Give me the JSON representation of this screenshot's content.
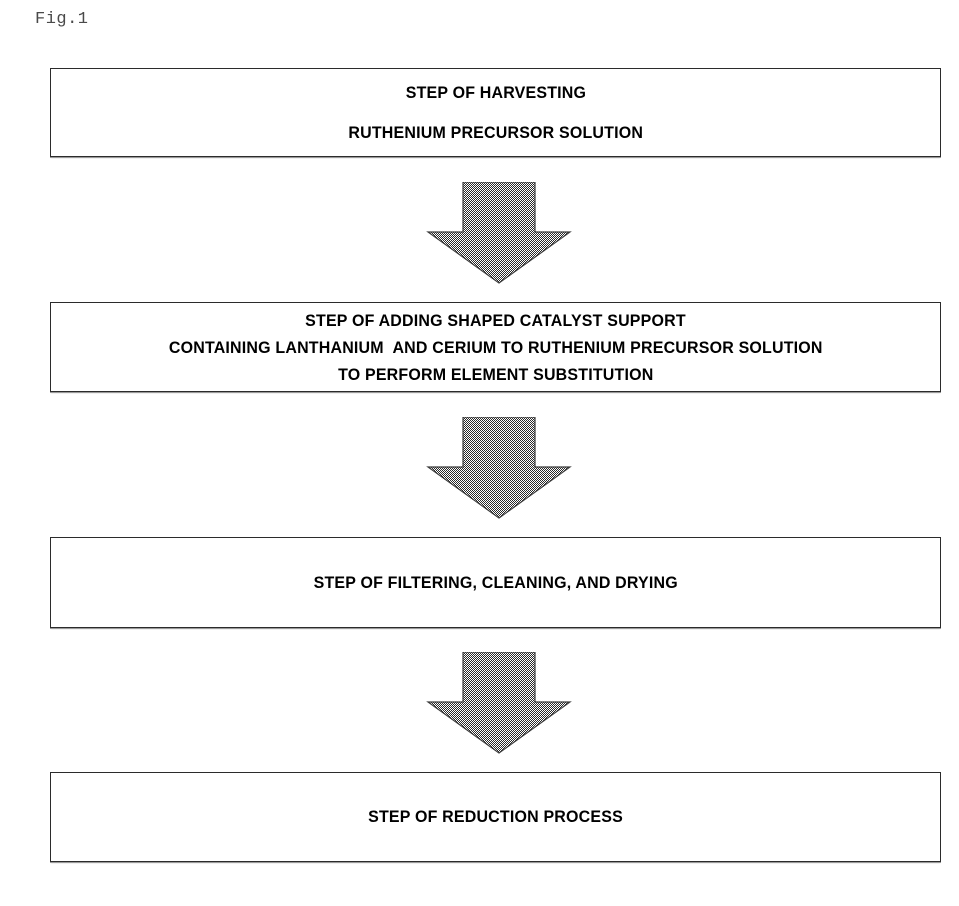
{
  "figure": {
    "label": "Fig.1"
  },
  "flowchart": {
    "orientation": "vertical",
    "connector_icon": "down-block-arrow",
    "colors": {
      "background": "#ffffff",
      "box_fill": "#ffffff",
      "box_border": "#2b2b2b",
      "text": "#000000",
      "arrow_fill": "#808080",
      "arrow_edge": "#3d3d3d",
      "caption": "#4a4a4a"
    },
    "steps": [
      {
        "index": 1,
        "lines": [
          "STEP OF HARVESTING",
          "RUTHENIUM PRECURSOR SOLUTION"
        ]
      },
      {
        "index": 2,
        "lines": [
          "STEP OF ADDING SHAPED CATALYST SUPPORT",
          "CONTAINING LANTHANIUM  AND CERIUM TO RUTHENIUM PRECURSOR SOLUTION",
          "TO PERFORM ELEMENT SUBSTITUTION"
        ]
      },
      {
        "index": 3,
        "lines": [
          "STEP OF FILTERING, CLEANING, AND DRYING"
        ]
      },
      {
        "index": 4,
        "lines": [
          "STEP OF REDUCTION PROCESS"
        ]
      }
    ],
    "connectors": [
      {
        "index": 1,
        "from_step": 1,
        "to_step": 2,
        "icon": "down-block-arrow"
      },
      {
        "index": 2,
        "from_step": 2,
        "to_step": 3,
        "icon": "down-block-arrow"
      },
      {
        "index": 3,
        "from_step": 3,
        "to_step": 4,
        "icon": "down-block-arrow"
      }
    ]
  }
}
